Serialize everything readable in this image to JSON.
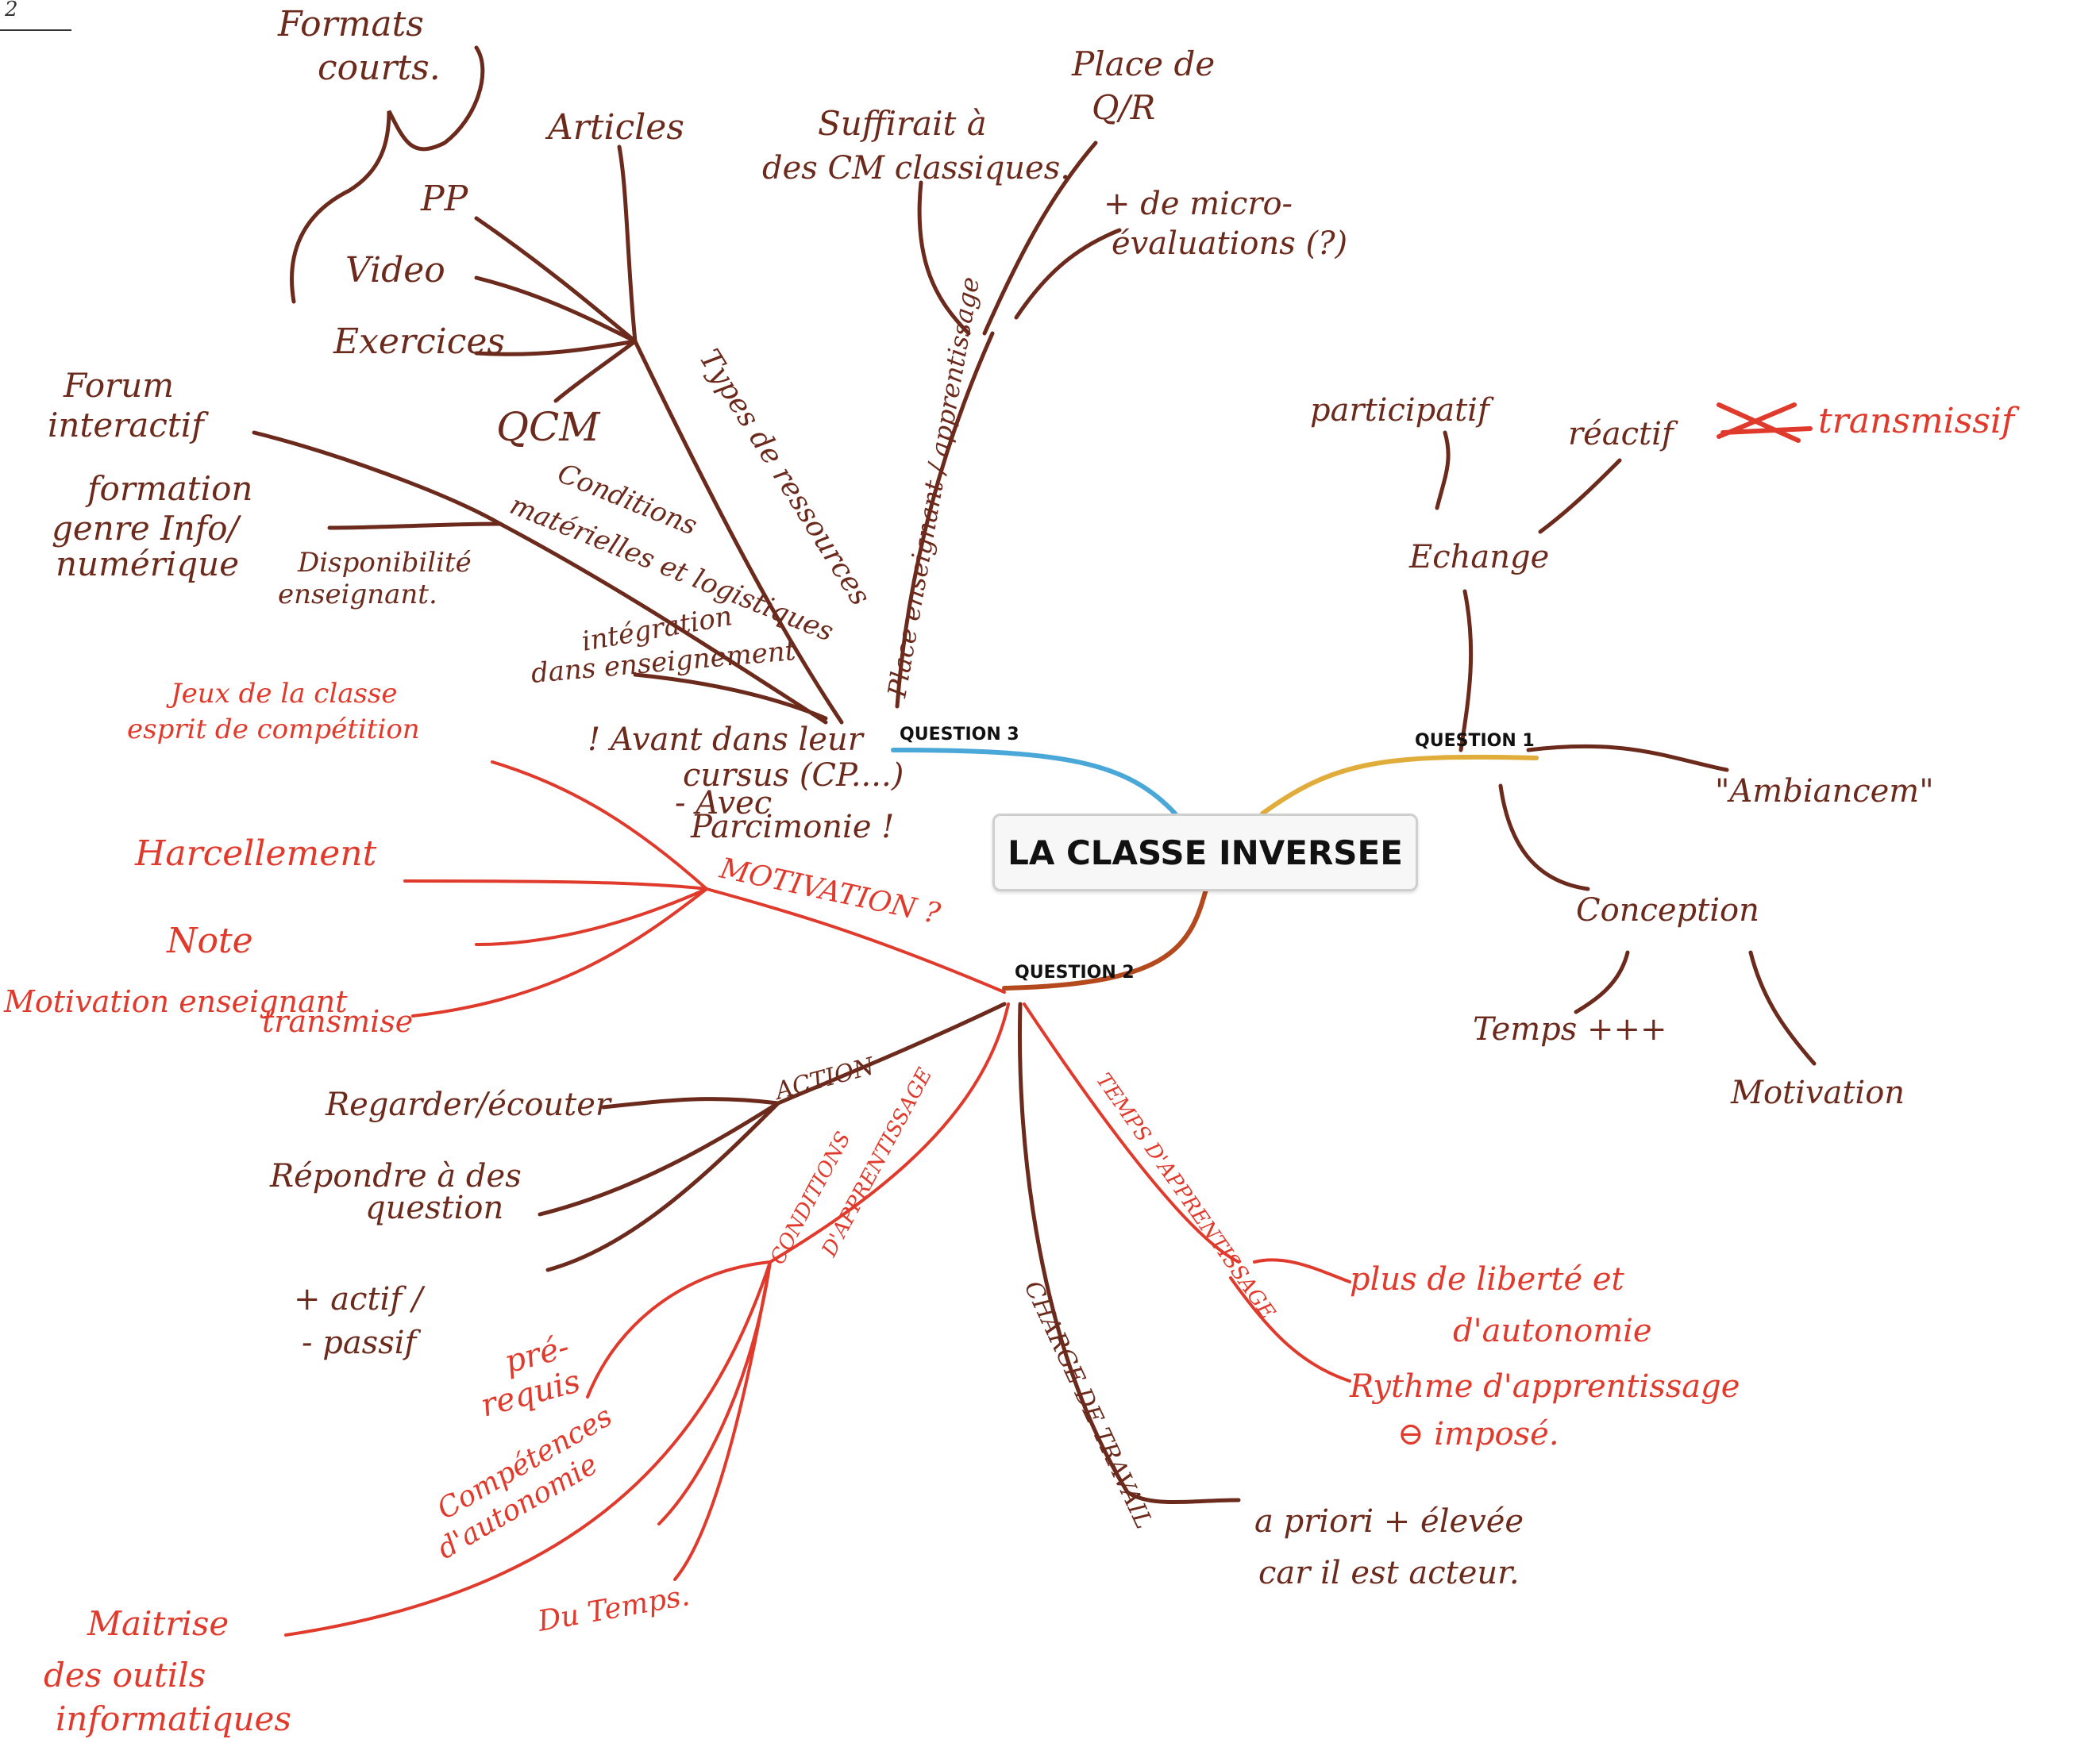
{
  "page_number": "2",
  "center_topic": "LA CLASSE INVERSEE",
  "questions": {
    "q1": "QUESTION 1",
    "q2": "QUESTION 2",
    "q3": "QUESTION 3"
  },
  "q1": {
    "echange": "Echange",
    "participatif": "participatif",
    "reactif": "réactif",
    "transmissif": "transmissif",
    "ambiance": "\"Ambiancem\"",
    "conception": "Conception",
    "temps": "Temps +++",
    "motivation": "Motivation"
  },
  "q2": {
    "motivation": "MOTIVATION ?",
    "motivation_items": [
      "Jeux de la classe",
      "esprit de compétition",
      "Harcellement",
      "Note",
      "Motivation enseignant",
      "transmise"
    ],
    "action": "ACTION",
    "action_items": [
      "Regarder/écouter",
      "Répondre à des",
      "question",
      "+ actif /",
      "- passif"
    ],
    "conditions": [
      "CONDITIONS",
      "D'APPRENTISSAGE"
    ],
    "conditions_items": [
      "pré-",
      "requis",
      "Compétences",
      "d'autonomie",
      "Du Temps.",
      "Maitrise",
      "des outils",
      "informatiques"
    ],
    "temps_apprentissage": "TEMPS D'APPRENTISSAGE",
    "temps_items": [
      "plus de liberté et",
      "d'autonomie",
      "Rythme d'apprentissage",
      "⊖ imposé."
    ],
    "charge": "CHARGE DE TRAVAIL",
    "charge_items": [
      "a priori + élevée",
      "car il est acteur."
    ]
  },
  "q3": {
    "types": "Types de ressources",
    "ressources": [
      "Formats",
      "courts.",
      "Articles",
      "PP",
      "Video",
      "Exercices",
      "QCM"
    ],
    "conditions": [
      "Conditions",
      "matérielles et logistiques"
    ],
    "conditions_items": [
      "Forum",
      "interactif",
      "formation",
      "genre Info/",
      "numérique",
      "Disponibilité",
      "enseignant."
    ],
    "integration": [
      "intégration",
      "dans enseignement"
    ],
    "integration_items": [
      "! Avant dans leur",
      "cursus (CP....)",
      "- Avec",
      "Parcimonie !"
    ],
    "place": "Place enseignant / apprentissage",
    "place_items": [
      "Suffirait à",
      "des CM classiques.",
      "Place de",
      "Q/R",
      "+ de micro-",
      "évaluations (?)"
    ]
  },
  "colors": {
    "brown": "#6b2a1c",
    "red": "#e03a2c",
    "q1_line": "#e0ac3a",
    "q2_line": "#b3491c",
    "q3_line": "#4aa8d8"
  }
}
